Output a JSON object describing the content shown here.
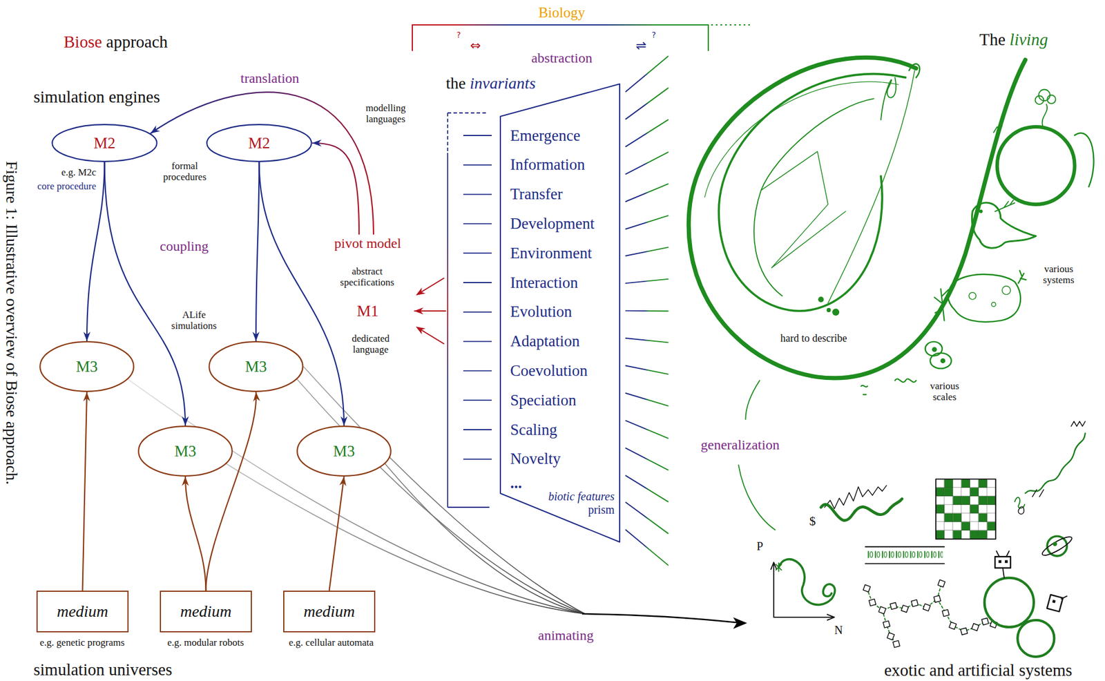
{
  "diagram": {
    "caption": "Figure 1: Illustrative overview of Biose approach.",
    "nodes": [
      {
        "text": [
          "M2"
        ]
      },
      {
        "text": [
          "M2"
        ]
      },
      {
        "text": [
          "pivot model",
          "M1"
        ]
      },
      {
        "text": [
          "Emergence",
          "Information",
          "Transfer",
          "Development",
          "Environment",
          "Interaction",
          "Evolution",
          "Adaptation",
          "Coevolution",
          "Speciation",
          "Scaling",
          "Novelty",
          "...",
          "biotic features prism"
        ]
      },
      {
        "text": [
          "M3"
        ]
      },
      {
        "text": [
          "M3"
        ]
      },
      {
        "text": [
          "M3"
        ]
      },
      {
        "text": [
          "M3"
        ]
      },
      {
        "text": [
          "medium"
        ]
      },
      {
        "text": [
          "medium"
        ]
      },
      {
        "text": [
          "medium"
        ]
      }
    ],
    "edges": [
      {
        "from": 2,
        "to": 0,
        "arrow": "to",
        "label": "translation"
      },
      {
        "from": 2,
        "to": 1,
        "arrow": "to",
        "label": "modelling languages"
      },
      {
        "from": 0,
        "to": 4,
        "arrow": "to"
      },
      {
        "from": 0,
        "to": 6,
        "arrow": "to"
      },
      {
        "from": 1,
        "to": 5,
        "arrow": "to"
      },
      {
        "from": 1,
        "to": 7,
        "arrow": "to"
      },
      {
        "from": 8,
        "to": 4,
        "arrow": "to"
      },
      {
        "from": 9,
        "to": 6,
        "arrow": "to"
      },
      {
        "from": 9,
        "to": 5,
        "arrow": "to"
      },
      {
        "from": 10,
        "to": 7,
        "arrow": "to"
      },
      {
        "from": 3,
        "to": 2,
        "arrow": "to"
      }
    ],
    "labels": [
      "Biose approach",
      "Biology",
      "?",
      "⇔",
      "⇌",
      "?",
      "abstraction",
      "The living",
      "the invariants",
      "simulation engines",
      "e.g. M2c",
      "core procedure",
      "formal procedures",
      "coupling",
      "ALife simulations",
      "abstract specifications",
      "dedicated language",
      "hard to describe",
      "various systems",
      "various scales",
      "generalization",
      "$",
      "P",
      "N",
      "e.g. genetic programs",
      "e.g. modular robots",
      "e.g. cellular automata",
      "animating",
      "simulation universes",
      "exotic and artificial systems"
    ]
  }
}
